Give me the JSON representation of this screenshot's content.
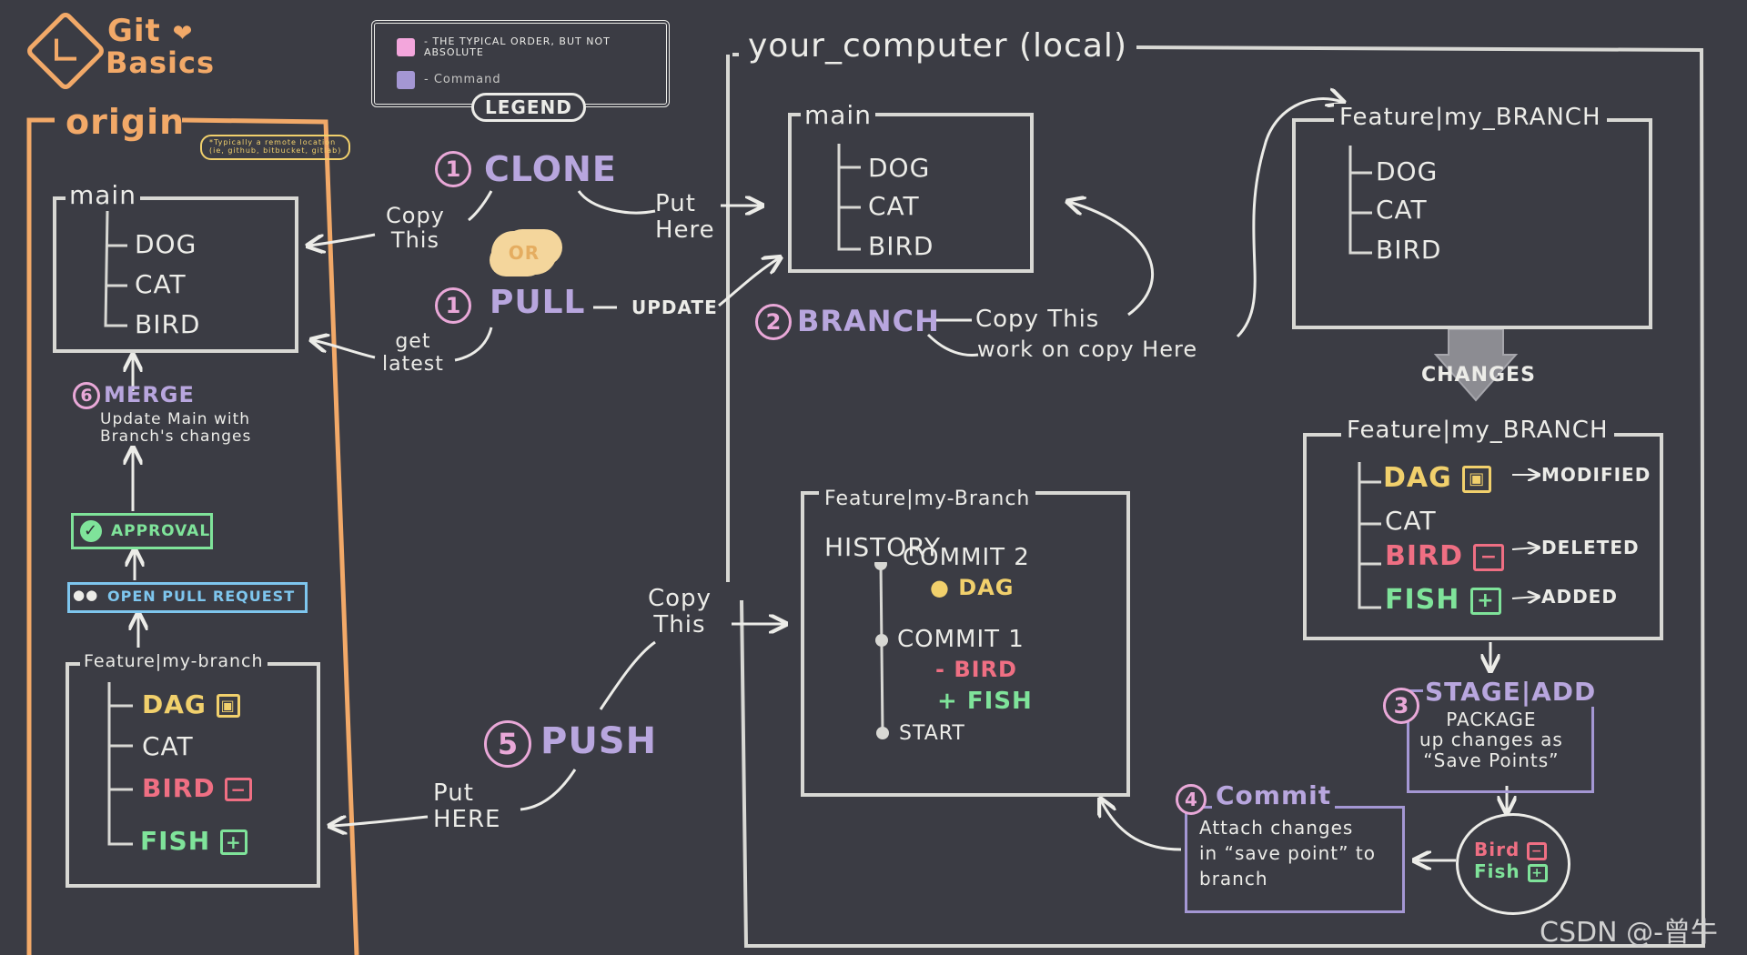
{
  "header": {
    "title_line1": "Git",
    "title_line2": "Basics",
    "title_heart": "❤"
  },
  "legend": {
    "title": "LEGEND",
    "order_note": "- THE TYPICAL ORDER, BUT NOT\nABSOLUTE",
    "command_note": "- Command",
    "colors": {
      "order": "#f3a6dc",
      "command": "#a497d4"
    }
  },
  "origin": {
    "title": "origin",
    "note": "*Typically a remote location\n(ie, github, bitbucket, gitlab)",
    "main_box": {
      "title": "main",
      "items": [
        "DOG",
        "CAT",
        "BIRD"
      ]
    },
    "merge": {
      "step": "6",
      "command": "MERGE",
      "desc": "Update Main with\nBranch's changes"
    },
    "approval": {
      "icon": "✓",
      "label": "APPROVAL"
    },
    "pull_request": {
      "icon": "●●",
      "label": "OPEN PULL REQUEST"
    },
    "feature_box": {
      "title": "Feature|my-branch",
      "items": [
        {
          "label": "DAG",
          "symbol": "▣"
        },
        {
          "label": "CAT",
          "symbol": ""
        },
        {
          "label": "BIRD",
          "symbol": "−"
        },
        {
          "label": "FISH",
          "symbol": "+"
        }
      ]
    }
  },
  "middle": {
    "clone": {
      "step": "1",
      "command": "CLONE",
      "copy_label": "Copy\nThis",
      "put_label": "Put\nHere"
    },
    "or_label": "OR",
    "pull": {
      "step": "1",
      "command": "PULL",
      "update_label": "UPDATE",
      "get_label": "get\nlatest"
    },
    "push": {
      "step": "5",
      "command": "PUSH",
      "copy_label": "Copy\nThis",
      "put_label": "Put\nHERE"
    }
  },
  "local": {
    "title": "your_computer (local)",
    "main_box": {
      "title": "main",
      "items": [
        "DOG",
        "CAT",
        "BIRD"
      ]
    },
    "branch": {
      "step": "2",
      "command": "BRANCH",
      "line1": "Copy This",
      "line2": "work on copy Here"
    },
    "feature_top": {
      "title": "Feature|my_BRANCH",
      "items": [
        "DOG",
        "CAT",
        "BIRD"
      ]
    },
    "changes_label": "CHANGES",
    "feature_changes": {
      "title": "Feature|my_BRANCH",
      "items": [
        {
          "label": "DAG",
          "symbol": "▣",
          "note": "MODIFIED"
        },
        {
          "label": "CAT",
          "symbol": "",
          "note": ""
        },
        {
          "label": "BIRD",
          "symbol": "−",
          "note": "DELETED"
        },
        {
          "label": "FISH",
          "symbol": "+",
          "note": "ADDED"
        }
      ]
    },
    "history": {
      "title_line1": "Feature|my-Branch",
      "title_line2": "HISTORY",
      "commit2": {
        "label": "COMMIT 2",
        "change": "● DAG"
      },
      "commit1": {
        "label": "COMMIT 1",
        "removed": "- BIRD",
        "added": "+ FISH"
      },
      "start": "START"
    },
    "stage": {
      "step": "3",
      "command": "STAGE|ADD",
      "desc": "PACKAGE\nup changes as\n“Save Points”"
    },
    "commit": {
      "step": "4",
      "command": "Commit",
      "desc": "Attach changes\nin “save point” to\nbranch"
    },
    "package": {
      "bird": "Bird",
      "bird_symbol": "−",
      "fish": "Fish",
      "fish_symbol": "+"
    }
  },
  "watermark": "CSDN @-曾牛"
}
